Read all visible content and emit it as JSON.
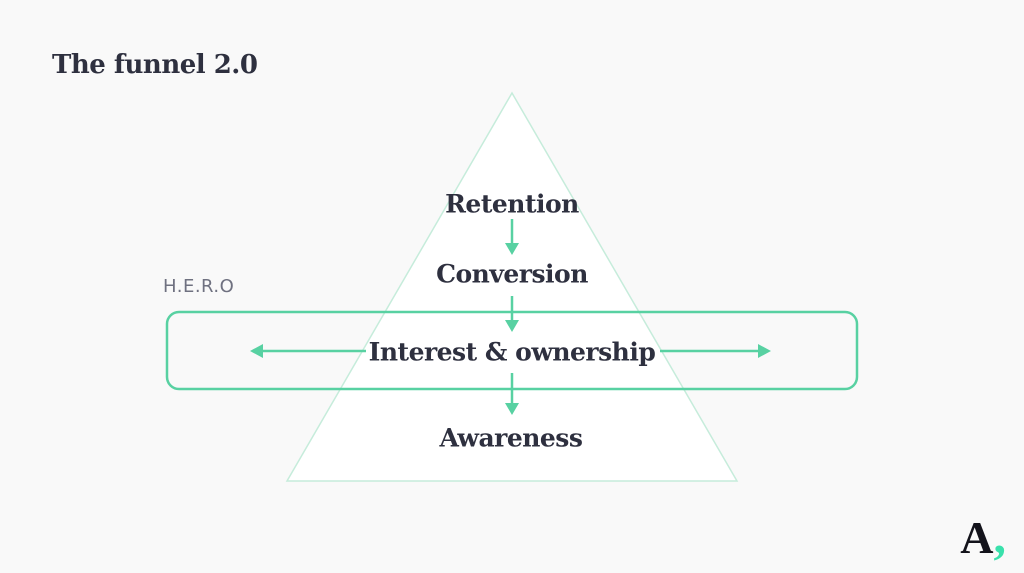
{
  "slide": {
    "title": "The funnel 2.0",
    "hero": {
      "label": "H.E.R.O"
    },
    "funnel": {
      "levels": [
        {
          "label": "Retention"
        },
        {
          "label": "Conversion"
        },
        {
          "label": "Interest & ownership"
        },
        {
          "label": "Awareness"
        }
      ]
    },
    "logo": {
      "letter": "A",
      "comma": ","
    }
  },
  "icons": {
    "down_arrow": "↓",
    "left_arrow": "←",
    "right_arrow": "→"
  },
  "colors": {
    "background": "#f9f9f9",
    "accent_green": "#58d1a2",
    "triangle_stroke": "#c6ecdb",
    "text_dark": "#2e303f",
    "hero_gray": "#6f7180",
    "logo_black": "#13131b",
    "logo_comma": "#3ae1ac"
  }
}
